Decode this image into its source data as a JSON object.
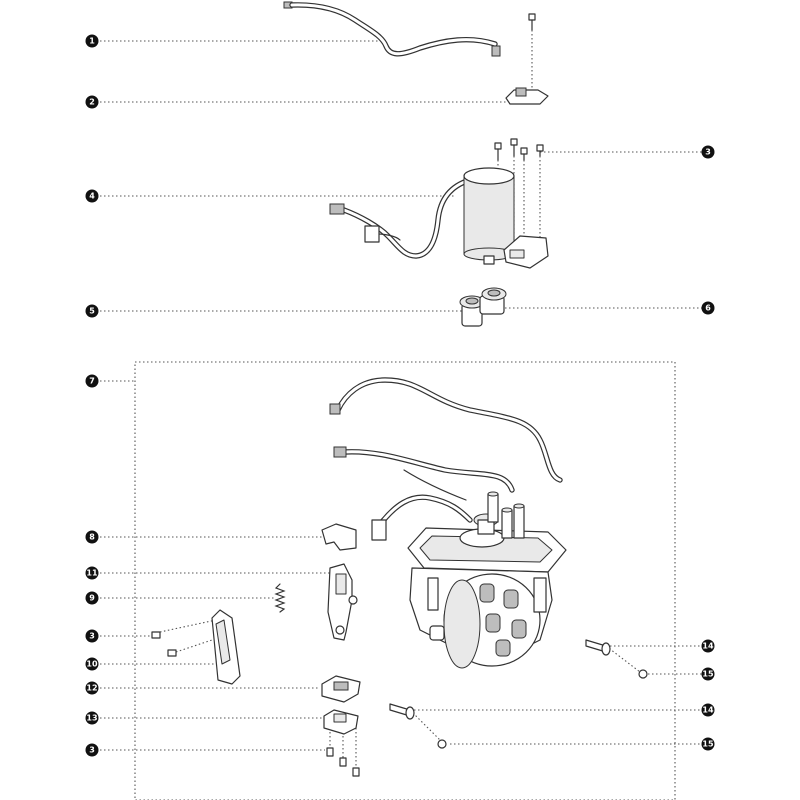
{
  "callouts": [
    {
      "id": "c1",
      "label": "1"
    },
    {
      "id": "c2",
      "label": "2"
    },
    {
      "id": "c3a",
      "label": "3"
    },
    {
      "id": "c4",
      "label": "4"
    },
    {
      "id": "c5",
      "label": "5"
    },
    {
      "id": "c6",
      "label": "6"
    },
    {
      "id": "c7",
      "label": "7"
    },
    {
      "id": "c8",
      "label": "8"
    },
    {
      "id": "c11",
      "label": "11"
    },
    {
      "id": "c9",
      "label": "9"
    },
    {
      "id": "c3b",
      "label": "3"
    },
    {
      "id": "c10",
      "label": "10"
    },
    {
      "id": "c12",
      "label": "12"
    },
    {
      "id": "c13",
      "label": "13"
    },
    {
      "id": "c3c",
      "label": "3"
    },
    {
      "id": "c14a",
      "label": "14"
    },
    {
      "id": "c15a",
      "label": "15"
    },
    {
      "id": "c14b",
      "label": "14"
    },
    {
      "id": "c15b",
      "label": "15"
    }
  ],
  "colors": {
    "callout_fill": "#111111",
    "callout_text": "#ffffff",
    "line": "#333333"
  }
}
